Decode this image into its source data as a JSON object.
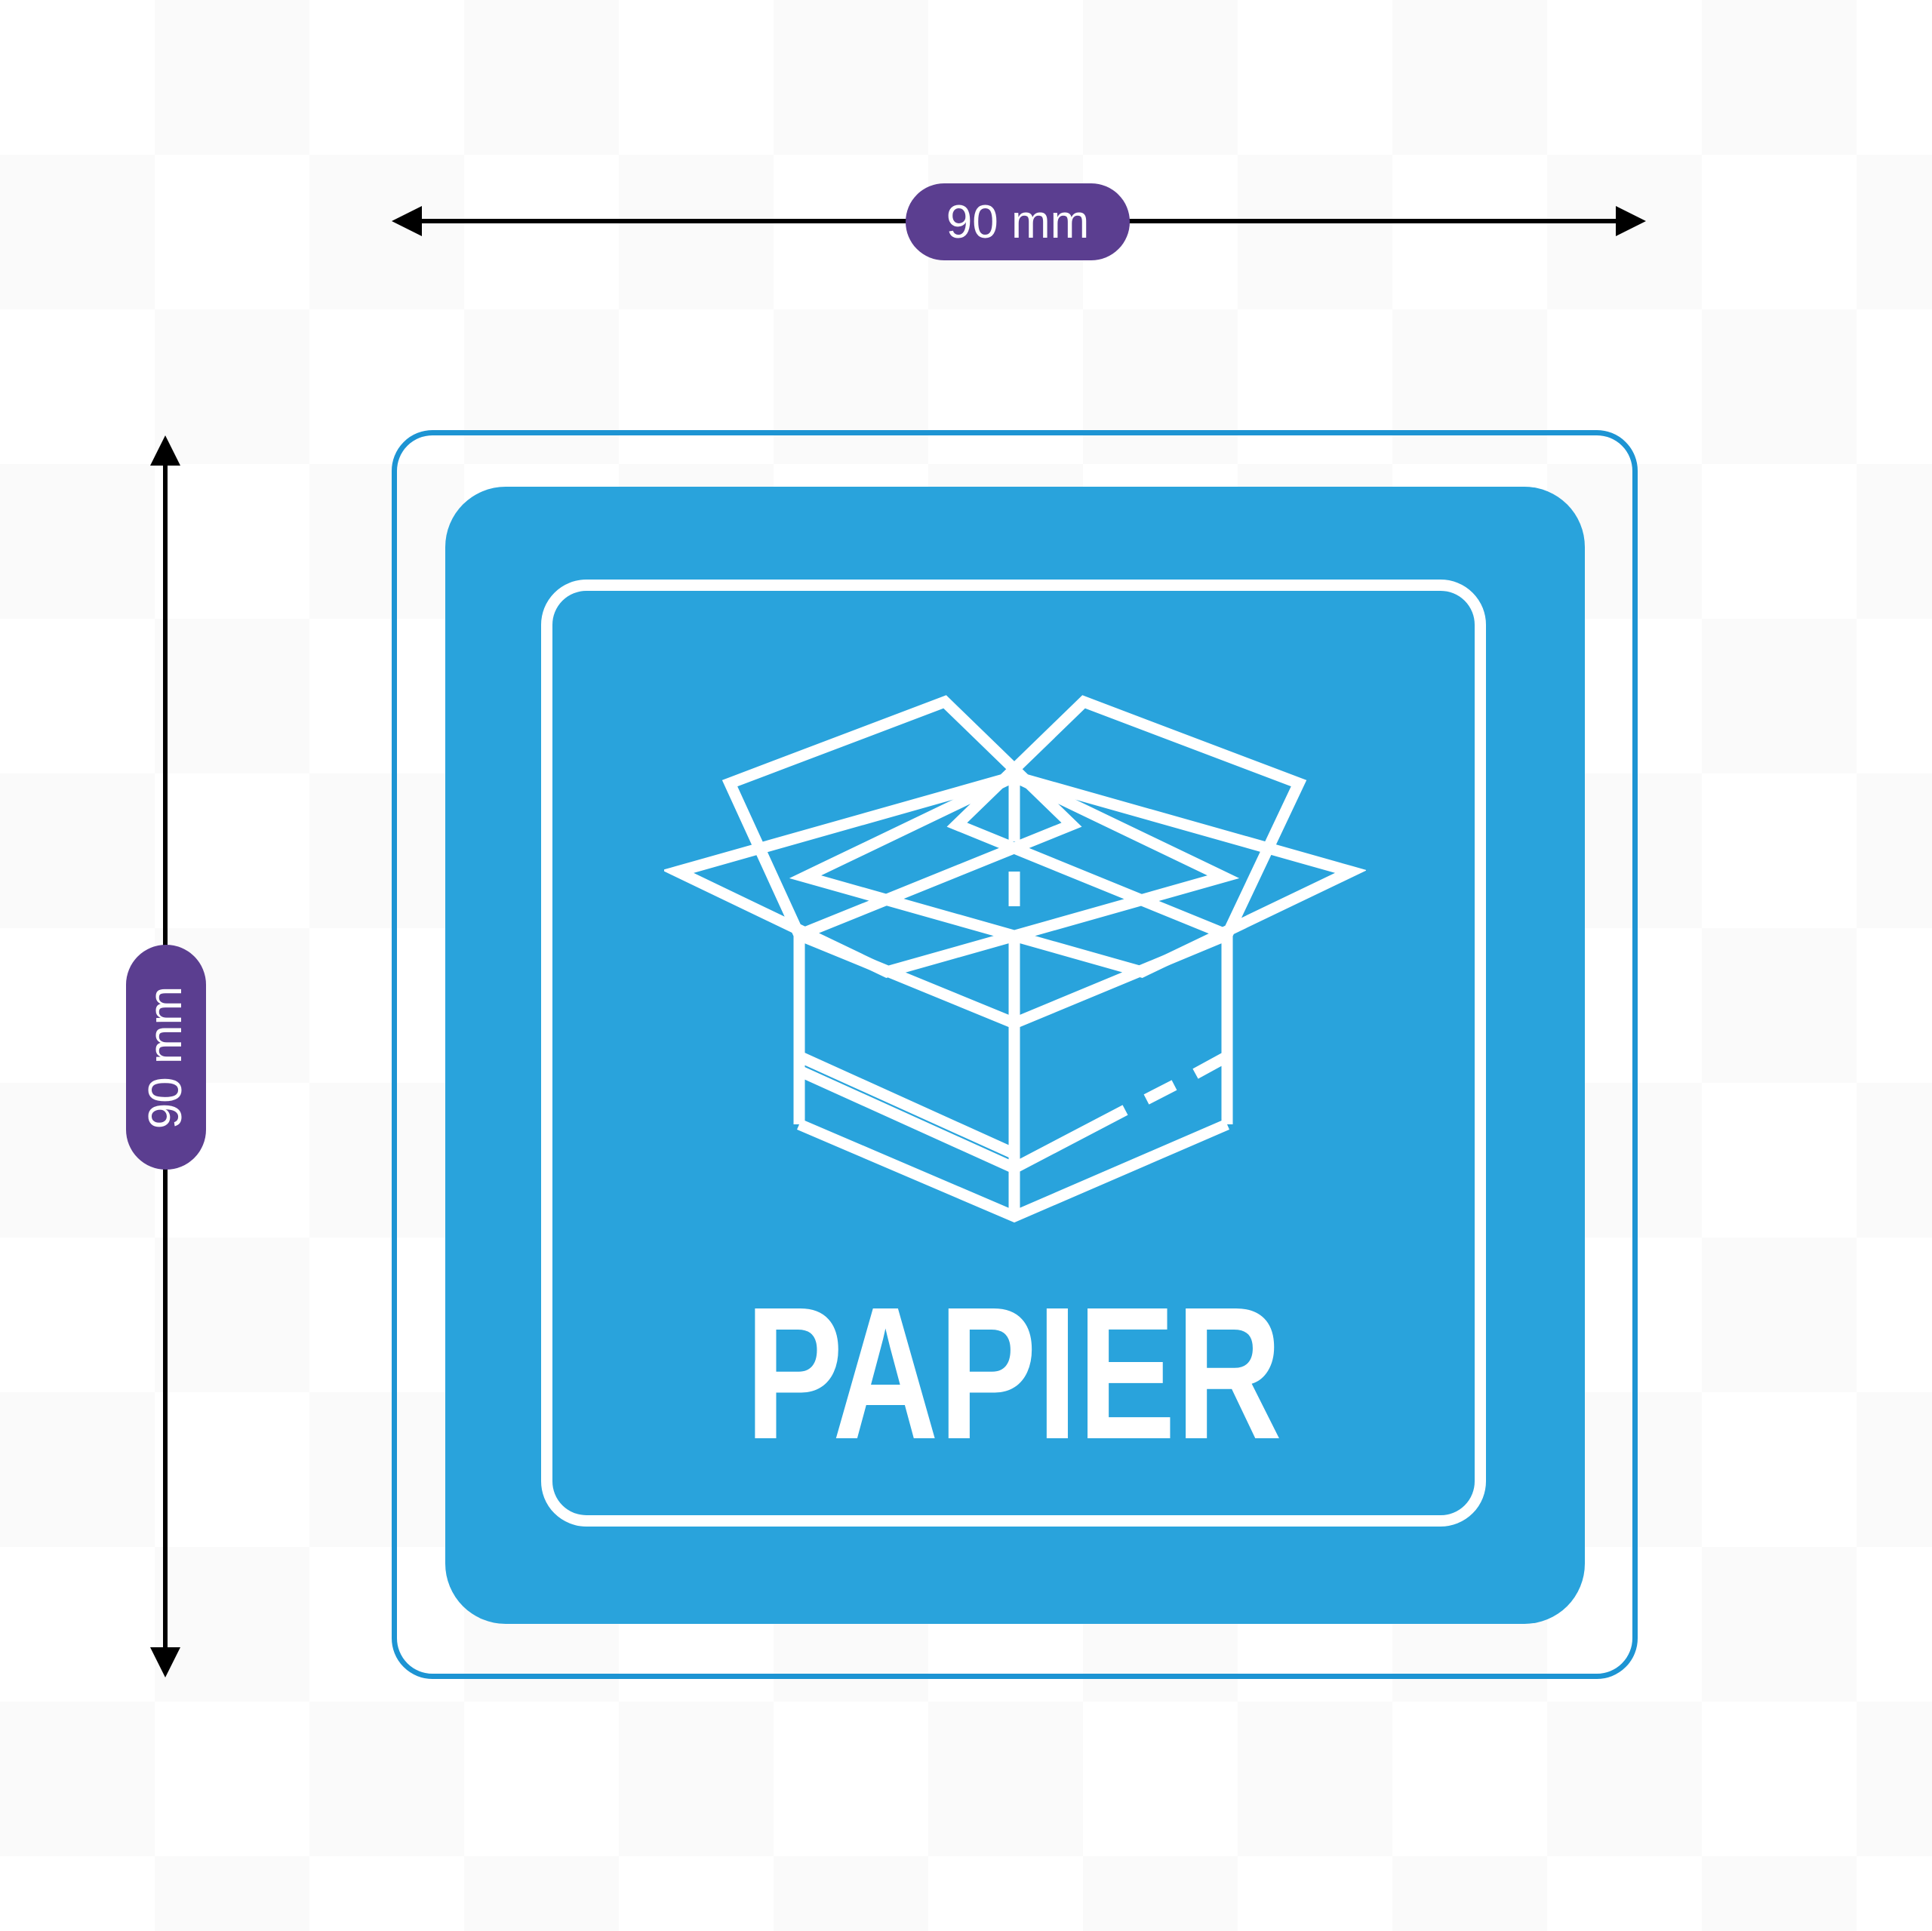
{
  "product_label": {
    "text": "PAPIER",
    "icon": "open-cardboard-box",
    "description_colors": {
      "fill_blue": "#29a3dc",
      "outline_blue": "#1d94d3",
      "artwork_white": "#ffffff"
    }
  },
  "dimensions": {
    "width_label": "90 mm",
    "height_label": "90 mm",
    "badge_color": "#5b3e90",
    "arrow_color": "#000000"
  }
}
